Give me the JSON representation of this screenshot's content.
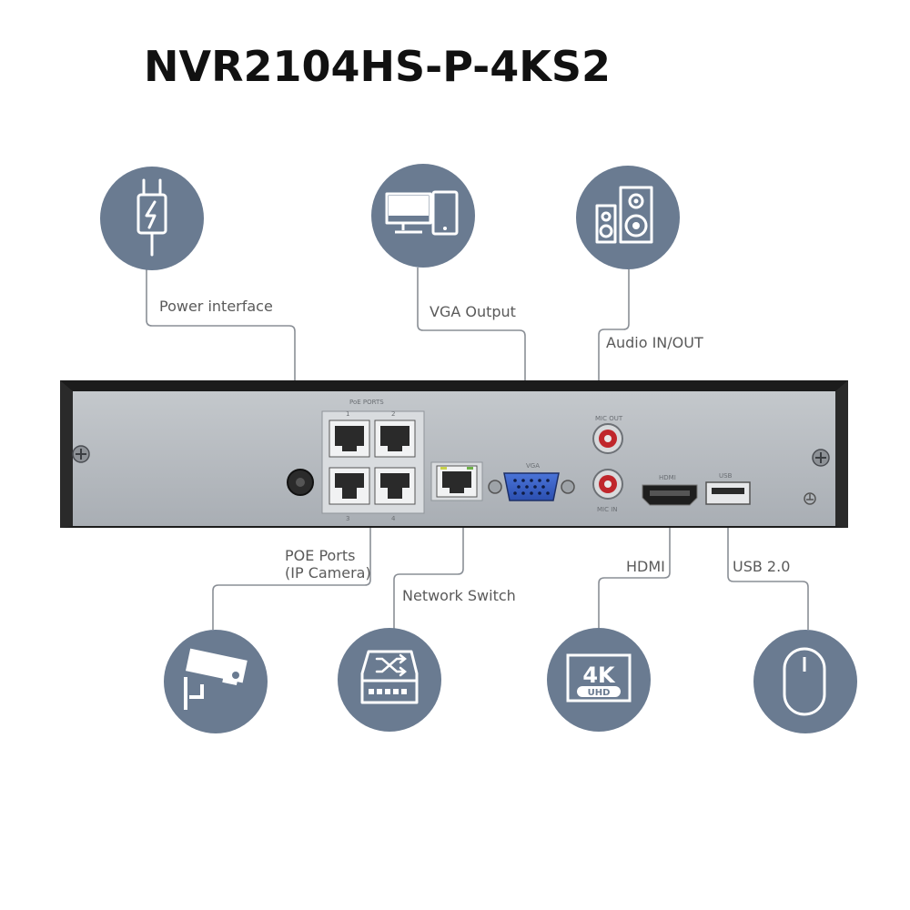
{
  "title": "NVR2104HS-P-4KS2",
  "colors": {
    "circle_fill": "#6a7b91",
    "connector_line": "#8a8f96",
    "panel_frame": "#1c1c1c",
    "panel_face": "#b7bbc0",
    "label_text": "#5a5a5a"
  },
  "labels": {
    "power": "Power interface",
    "vga": "VGA Output",
    "audio": "Audio IN/OUT",
    "poe_line1": "POE Ports",
    "poe_line2": "(IP Camera)",
    "network": "Network Switch",
    "hdmi": "HDMI",
    "usb": "USB 2.0"
  },
  "icons": {
    "power": "power-plug-icon",
    "vga": "monitor-tablet-icon",
    "audio": "speakers-icon",
    "poe": "security-camera-icon",
    "network": "network-switch-icon",
    "hdmi": "4k-uhd-icon",
    "usb": "mouse-icon"
  },
  "panel_markings": {
    "poe_header": "PoE PORTS",
    "vga": "VGA",
    "audio_out": "MIC OUT",
    "audio_in": "MIC IN",
    "hdmi": "HDMI",
    "usb": "USB",
    "port_1": "1",
    "port_2": "2",
    "port_3": "3",
    "port_4": "4"
  }
}
